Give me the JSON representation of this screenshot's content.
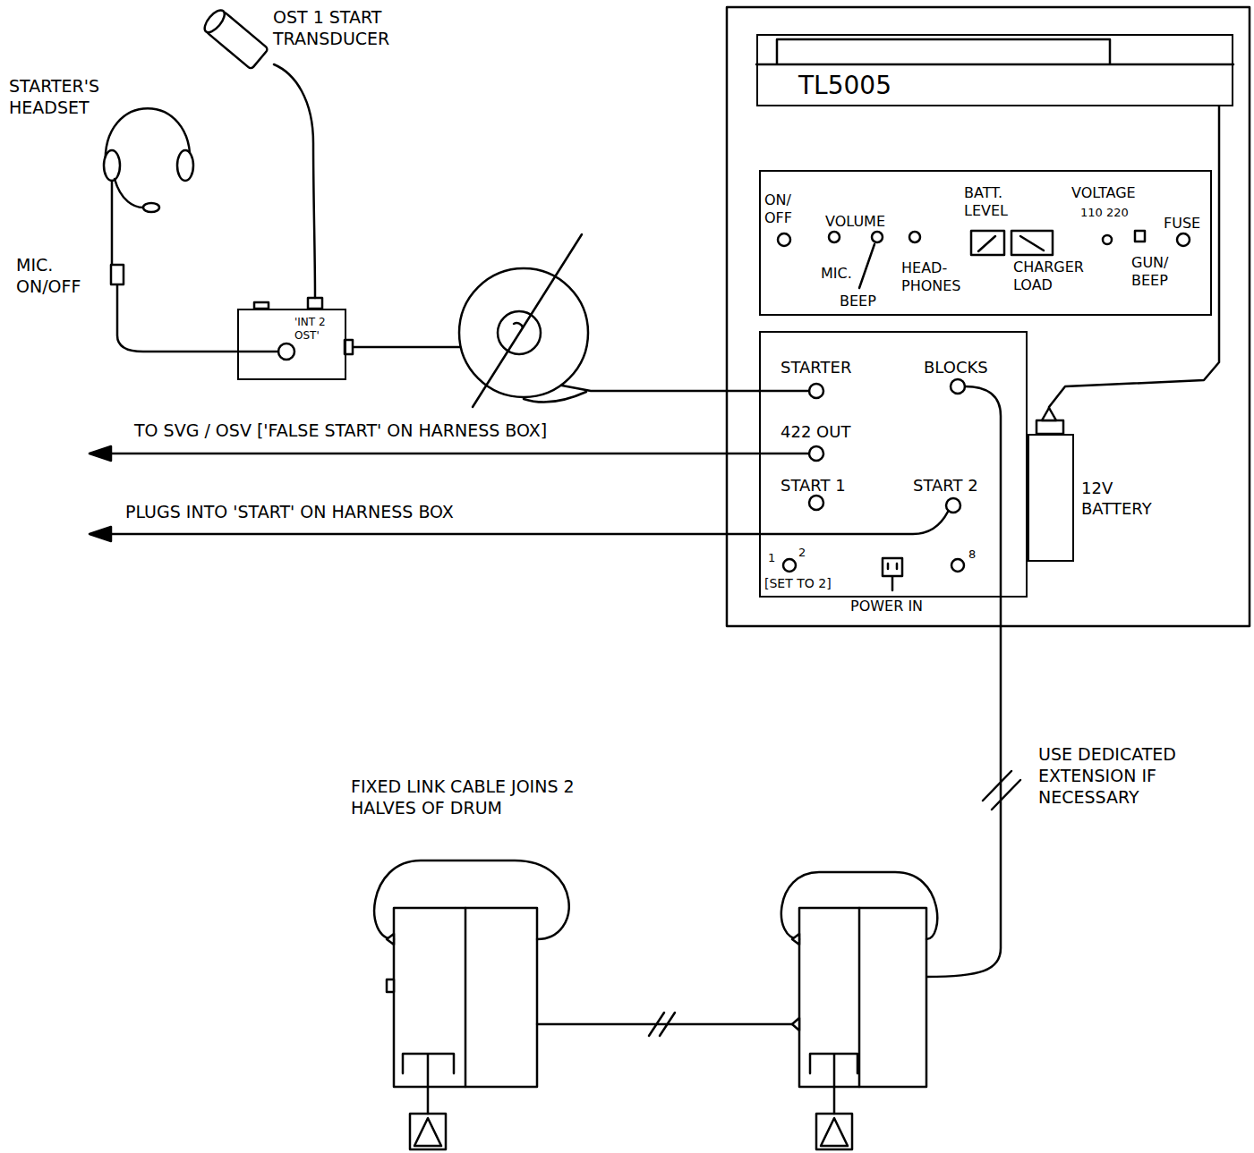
{
  "diagram": {
    "nodes": [
      {
        "text": [
          "TL5005"
        ]
      },
      {
        "text": [
          "ON/ OFF",
          "VOLUME",
          "MIC.",
          "BEEP",
          "HEAD- PHONES",
          "BATT. LEVEL",
          "CHARGER LOAD",
          "VOLTAGE",
          "110 220",
          "GUN/ BEEP",
          "FUSE"
        ]
      },
      {
        "text": [
          "STARTER",
          "BLOCKS",
          "422 OUT",
          "START 1",
          "START 2",
          "1",
          "2",
          "[SET TO 2]",
          "8"
        ]
      },
      {
        "text": [
          "12V BATTERY"
        ]
      },
      {
        "text": [
          "'INT 2 OST'"
        ]
      }
    ],
    "edges": [
      {
        "from": 4,
        "to": 2,
        "arrow": "none"
      },
      {
        "from": 3,
        "to": 0,
        "arrow": "none"
      }
    ],
    "labels": [
      "OST 1 START TRANSDUCER",
      "STARTER'S HEADSET",
      "MIC. ON/OFF",
      "TO SVG / OSV ['FALSE START' ON HARNESS BOX]",
      "PLUGS INTO 'START' ON HARNESS BOX",
      "POWER IN",
      "USE DEDICATED EXTENSION IF NECESSARY",
      "FIXED LINK CABLE JOINS 2 HALVES OF DRUM"
    ]
  }
}
